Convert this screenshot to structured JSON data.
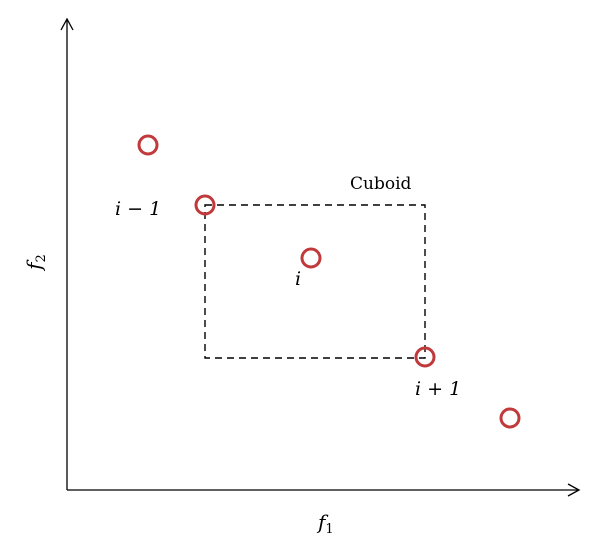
{
  "colors": {
    "point_stroke": "#c0393b",
    "axis": "#000000"
  },
  "axes": {
    "x_label": {
      "base": "f",
      "sub": "1"
    },
    "y_label": {
      "base": "f",
      "sub": "2"
    }
  },
  "cuboid": {
    "label": "Cuboid"
  },
  "points": [
    {
      "label": ""
    },
    {
      "label": "i − 1"
    },
    {
      "label": "i"
    },
    {
      "label": "i + 1"
    },
    {
      "label": ""
    }
  ]
}
